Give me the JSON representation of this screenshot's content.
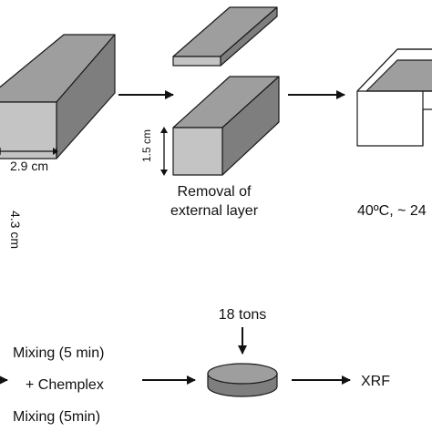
{
  "colors": {
    "front": "#c4c4c4",
    "top": "#9e9e9e",
    "side": "#7e7e7e",
    "outline": "#1a1a1a",
    "text": "#111111"
  },
  "labels": {
    "width_dim": "2.9 cm",
    "height_dim": "1.5 cm",
    "length_dim": "4.3 cm",
    "removal_line1": "Removal of",
    "removal_line2": "external layer",
    "drying": "40ºC, ~ 24",
    "pressure": "18 tons",
    "mixing_top": "Mixing (5 min)",
    "chemplex": "+ Chemplex",
    "mixing_bottom": "Mixing (5min)",
    "xrf": "XRF"
  }
}
